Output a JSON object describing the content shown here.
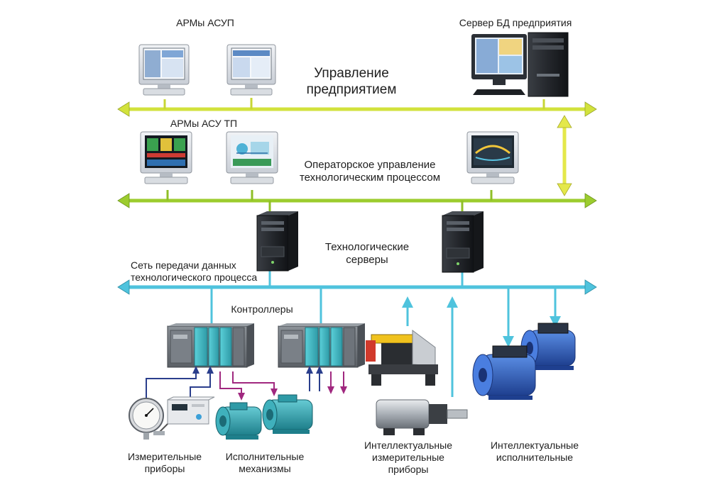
{
  "labels": {
    "arm_asup": "АРМы АСУП",
    "db_server": "Сервер БД предприятия",
    "enterprise_mgmt_1": "Управление",
    "enterprise_mgmt_2": "предприятием",
    "arm_asutp": "АРМы АСУ ТП",
    "operator_1": "Операторское управление",
    "operator_2": "технологическим процессом",
    "tech_servers_1": "Технологические",
    "tech_servers_2": "серверы",
    "network_1": "Сеть передачи данных",
    "network_2": "технологического процесса",
    "controllers": "Контроллеры",
    "meas_1": "Измерительные",
    "meas_2": "приборы",
    "exec_1": "Исполнительные",
    "exec_2": "механизмы",
    "smart_meas_1": "Интеллектуальные",
    "smart_meas_2": "измерительные",
    "smart_meas_3": "приборы",
    "smart_exec_1": "Интеллектуальные",
    "smart_exec_2": "исполнительные"
  },
  "colors": {
    "bus_enterprise": "#d2e23c",
    "bus_operator": "#9ccc2e",
    "bus_process": "#4fc3dd",
    "link_yellow": "#e4e84a",
    "sensor_line": "#2a3e8c",
    "actuator_line": "#a0287f",
    "motor_teal": "#2ea7b5",
    "motor_blue": "#2f63c4"
  },
  "icons": [
    "workstation-icon",
    "tower-server-icon",
    "plc-controller-icon",
    "gauge-icon",
    "motor-icon",
    "press-icon",
    "servo-icon"
  ]
}
